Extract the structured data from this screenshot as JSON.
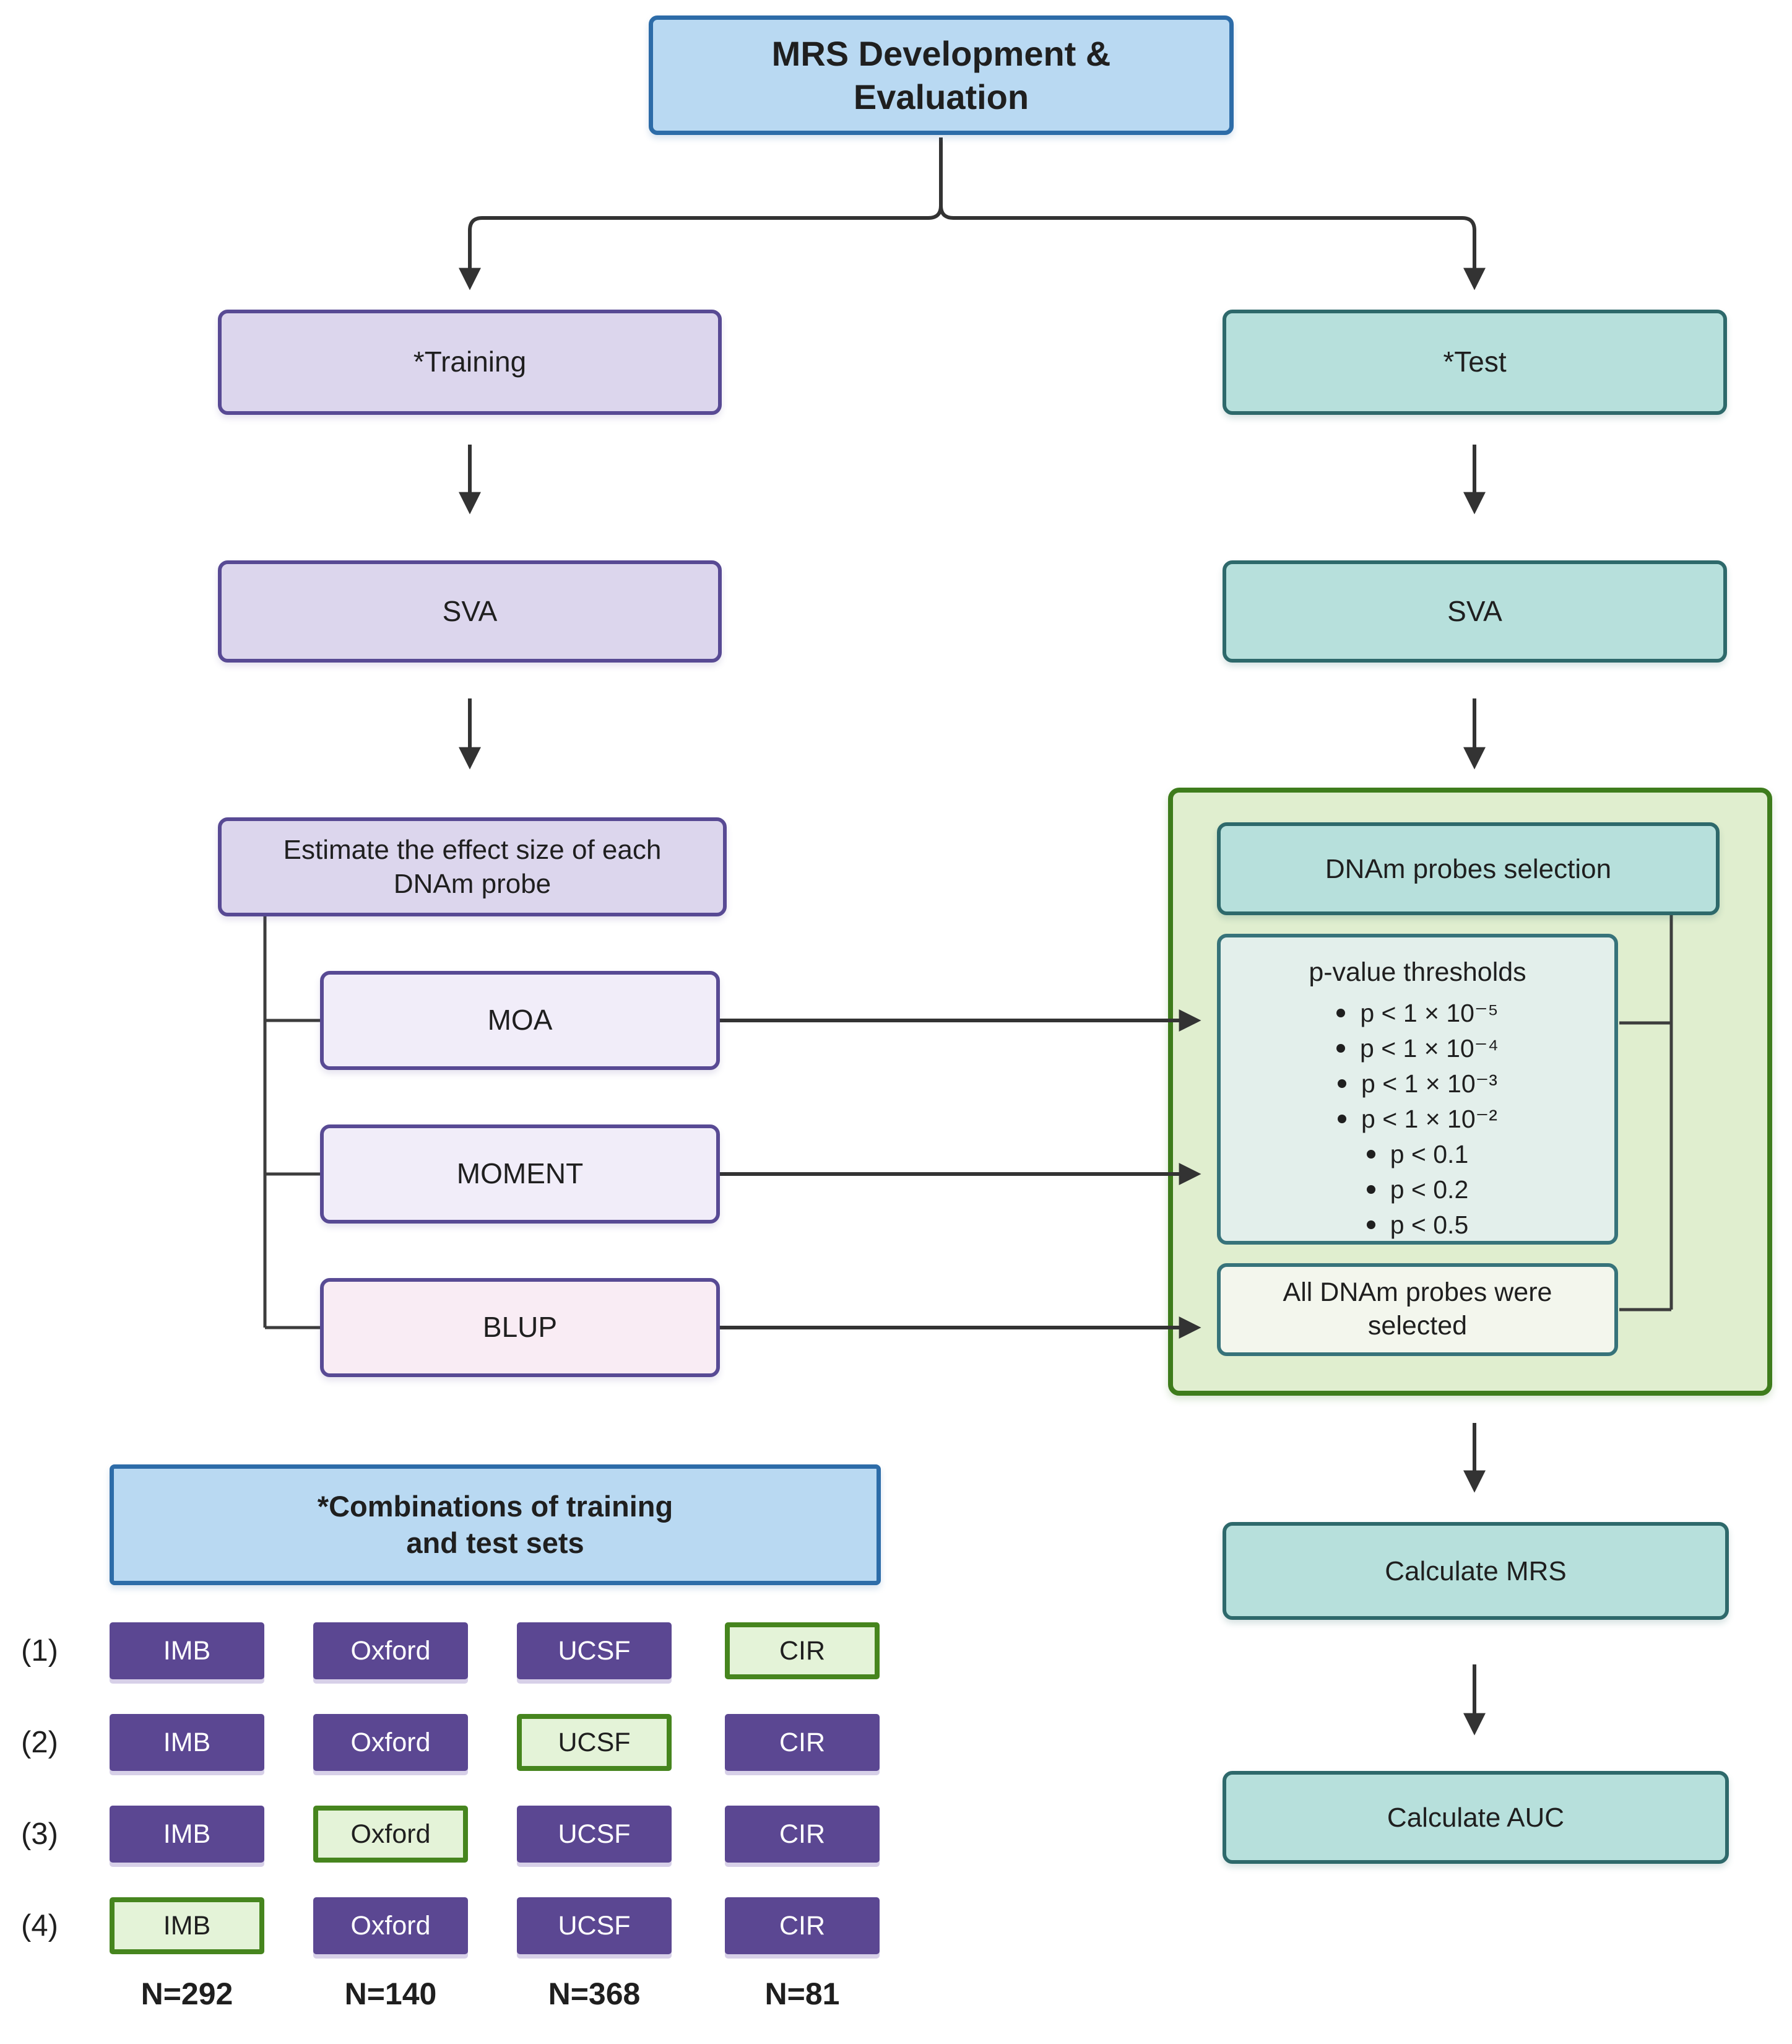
{
  "title": "MRS Development & Evaluation",
  "left": {
    "training": "*Training",
    "sva": "SVA",
    "estimate": "Estimate the effect size of each DNAm probe",
    "methods": [
      "MOA",
      "MOMENT",
      "BLUP"
    ]
  },
  "right": {
    "test": "*Test",
    "sva": "SVA",
    "selection_header": "DNAm probes selection",
    "thresholds": {
      "title": "p-value thresholds",
      "items": [
        "p < 1 × 10⁻⁵",
        "p < 1 × 10⁻⁴",
        "p < 1 × 10⁻³",
        "p < 1 × 10⁻²",
        "p < 0.1",
        "p < 0.2",
        "p < 0.5"
      ]
    },
    "all_probes": "All DNAm probes were selected",
    "calculate_mrs": "Calculate MRS",
    "calculate_auc": "Calculate AUC"
  },
  "combinations": {
    "title": "*Combinations of training and test sets",
    "rows": [
      {
        "label": "(1)",
        "cells": [
          {
            "text": "IMB",
            "variant": "purple"
          },
          {
            "text": "Oxford",
            "variant": "purple"
          },
          {
            "text": "UCSF",
            "variant": "purple"
          },
          {
            "text": "CIR",
            "variant": "green"
          }
        ]
      },
      {
        "label": "(2)",
        "cells": [
          {
            "text": "IMB",
            "variant": "purple"
          },
          {
            "text": "Oxford",
            "variant": "purple"
          },
          {
            "text": "UCSF",
            "variant": "green"
          },
          {
            "text": "CIR",
            "variant": "purple"
          }
        ]
      },
      {
        "label": "(3)",
        "cells": [
          {
            "text": "IMB",
            "variant": "purple"
          },
          {
            "text": "Oxford",
            "variant": "green"
          },
          {
            "text": "UCSF",
            "variant": "purple"
          },
          {
            "text": "CIR",
            "variant": "purple"
          }
        ]
      },
      {
        "label": "(4)",
        "cells": [
          {
            "text": "IMB",
            "variant": "green"
          },
          {
            "text": "Oxford",
            "variant": "purple"
          },
          {
            "text": "UCSF",
            "variant": "purple"
          },
          {
            "text": "CIR",
            "variant": "purple"
          }
        ]
      }
    ],
    "totals": [
      "N=292",
      "N=140",
      "N=368",
      "N=81"
    ]
  },
  "colors": {
    "blue_fill": "#b9d9f2",
    "blue_border": "#2d6ca8",
    "lavender_fill": "#dcd6ed",
    "lavender_border": "#584a94",
    "pale_lavender_fill": "#f1edf9",
    "pink_fill": "#f9ecf4",
    "teal_fill": "#b7e0dc",
    "teal_border": "#2e696b",
    "green_panel_fill": "#e0eecf",
    "green_panel_border": "#3e7c1c",
    "pvalue_fill": "#e3efeb",
    "all_probes_fill": "#f3f6ed",
    "purple_cell": "#5b4792",
    "green_cell_fill": "#e4f3d8",
    "green_cell_border": "#46851e",
    "line": "#333333"
  }
}
